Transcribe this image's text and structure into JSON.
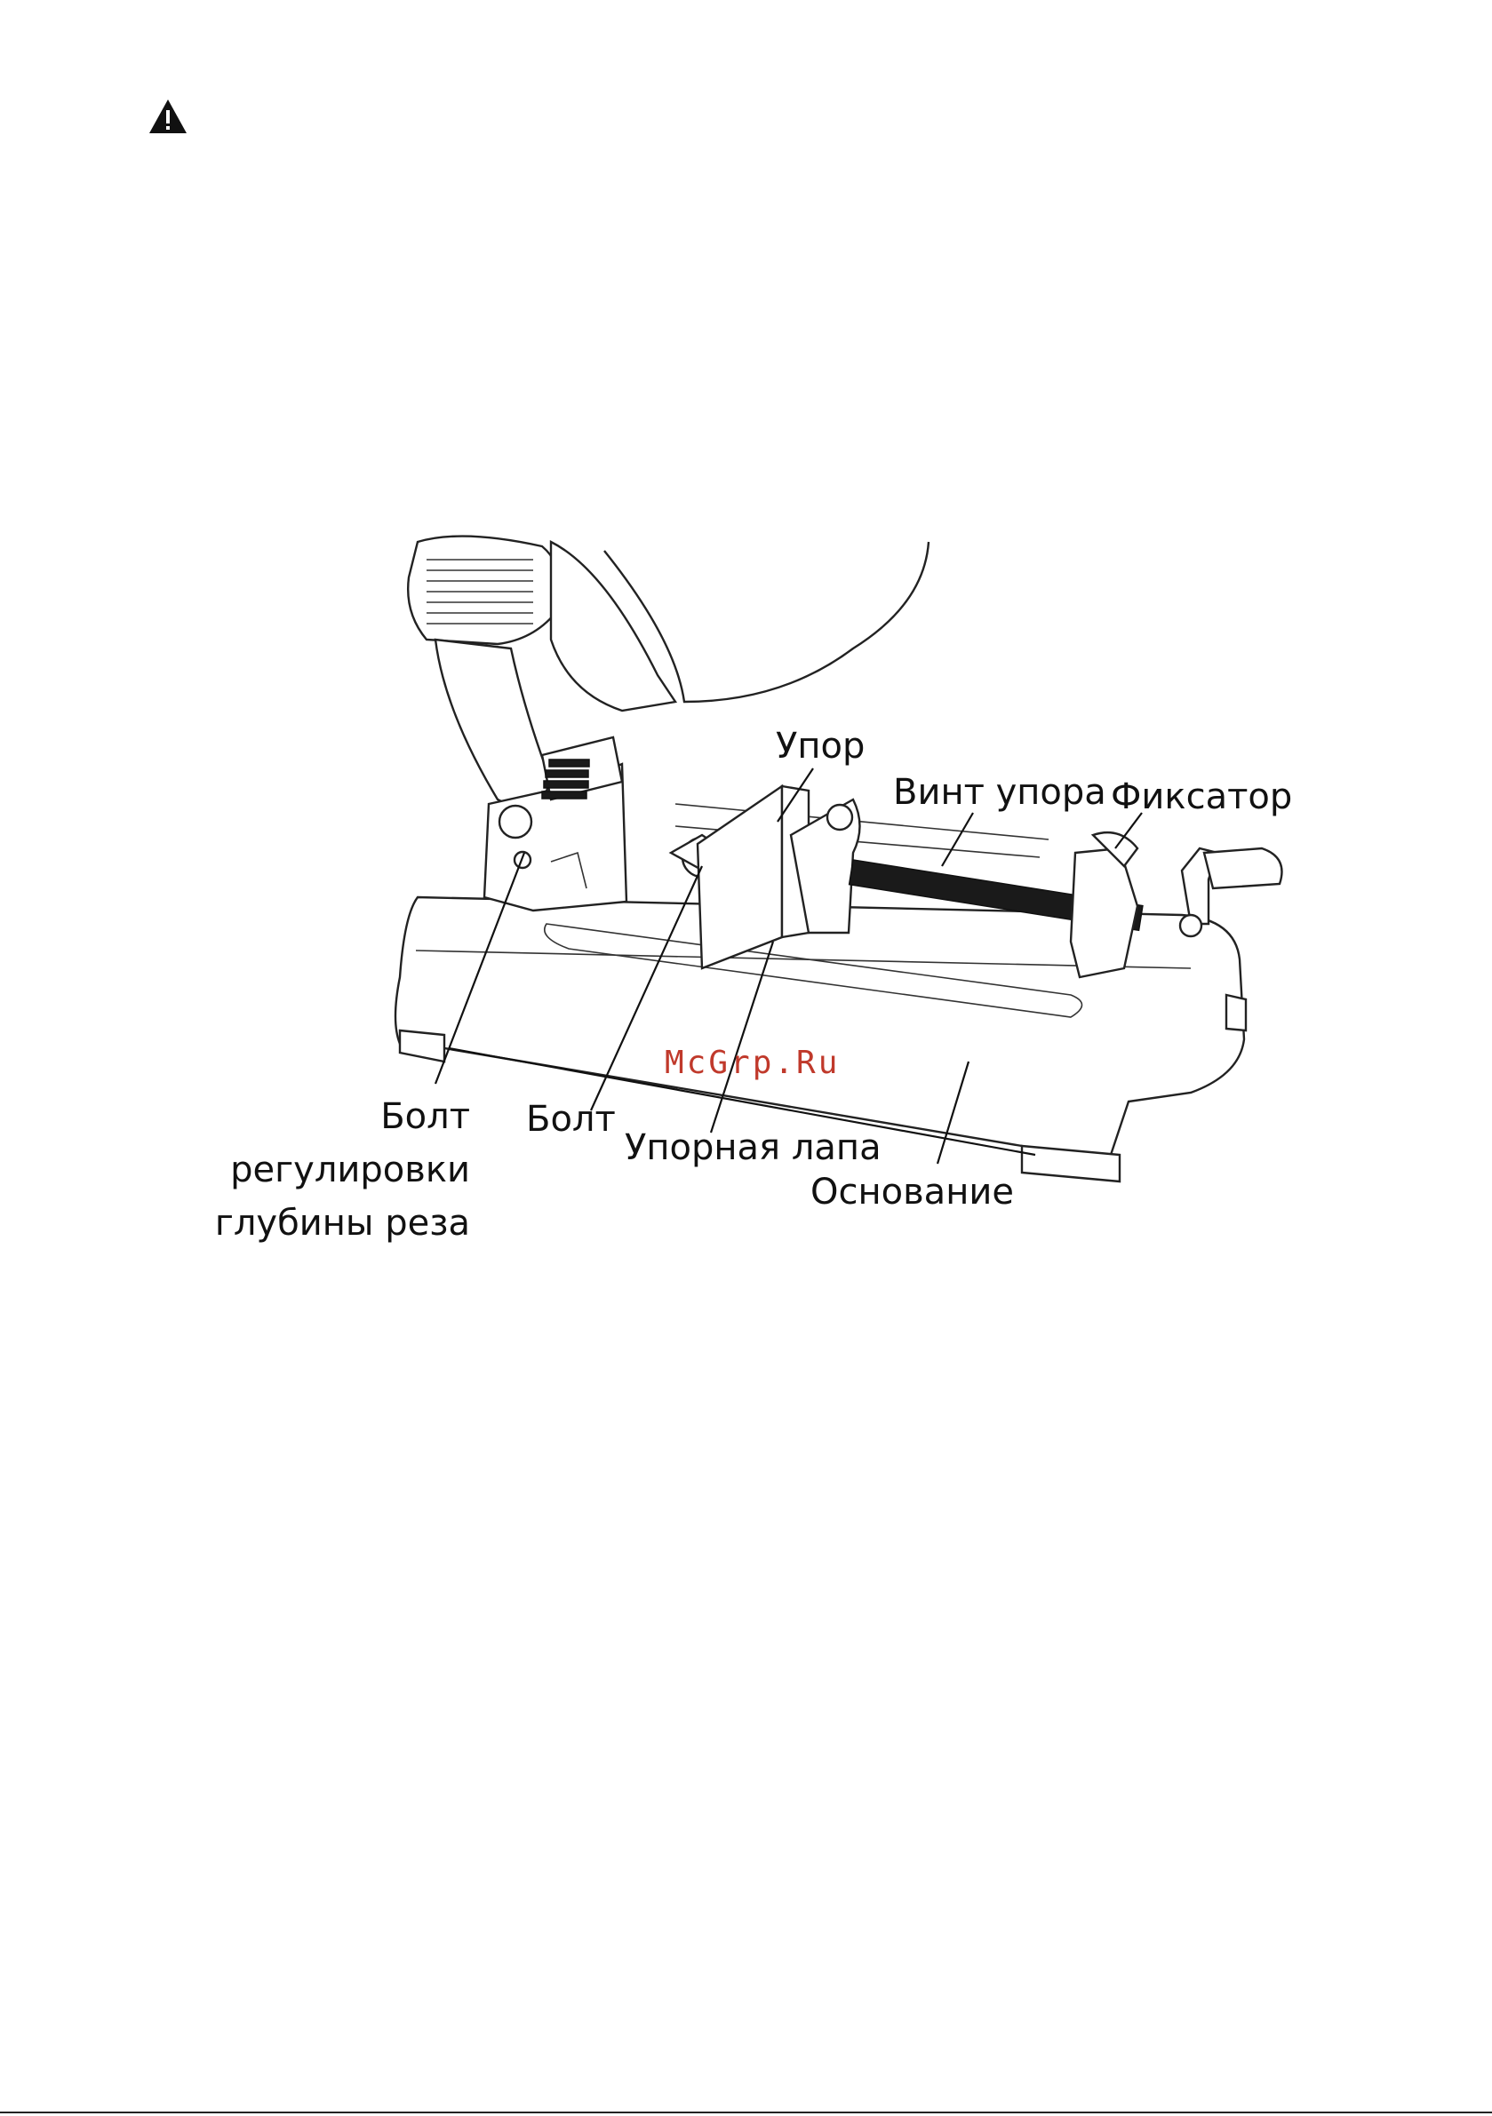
{
  "watermark": "McGrp.Ru",
  "labels": {
    "upor": "Упор",
    "vint_upora": "Винт упора",
    "fiksator": "Фиксатор",
    "bolt_reg_1": "Болт",
    "bolt_reg_2": "регулировки",
    "bolt_reg_3": "глубины реза",
    "bolt": "Болт",
    "upornaya_lapa": "Упорная лапа",
    "osnovanie": "Основание"
  },
  "icons": {
    "warning": "warning-triangle-icon"
  },
  "colors": {
    "watermark": "#c0392b",
    "lines": "#111111"
  }
}
